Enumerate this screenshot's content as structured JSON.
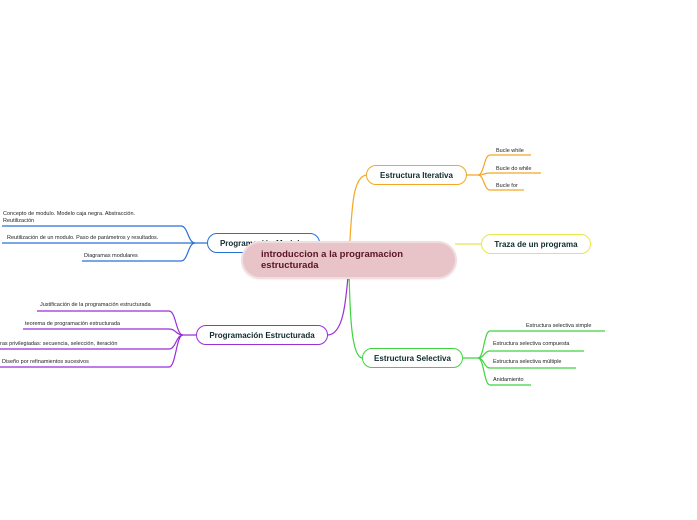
{
  "center": {
    "title": "introduccion a la programacion estructurada",
    "color": "#e8c3c8"
  },
  "branches": {
    "iterativa": {
      "label": "Estructura Iterativa",
      "color": "#f5a623",
      "items": [
        "Bucle while",
        "Bucle do while",
        "Bucle for"
      ]
    },
    "traza": {
      "label": "Traza de un programa",
      "color": "#e6e84a",
      "items": []
    },
    "selectiva": {
      "label": "Estructura Selectiva",
      "color": "#3ed43e",
      "items": [
        "Estructura selectiva simple",
        "Estructura selectiva compuesta",
        "Estructura selectiva múltiple",
        "Anidamiento"
      ]
    },
    "modular": {
      "label": "Programación Modular",
      "color": "#2a6fd6",
      "items": [
        "Concepto de modulo. Modelo caja negra. Abstracción. Reutilización",
        "Reutilización de un modulo. Paso de parámetros y resultados.",
        "Diagramas modulares"
      ]
    },
    "estructurada": {
      "label": "Programación Estructurada",
      "color": "#9b2fd6",
      "items": [
        "Justificación de la programación estructurada",
        "teorema de programación estructurada",
        "ras privilegiadas: secuencia, selección, iteración",
        "Diseño por refinamientos sucesivos"
      ]
    }
  }
}
